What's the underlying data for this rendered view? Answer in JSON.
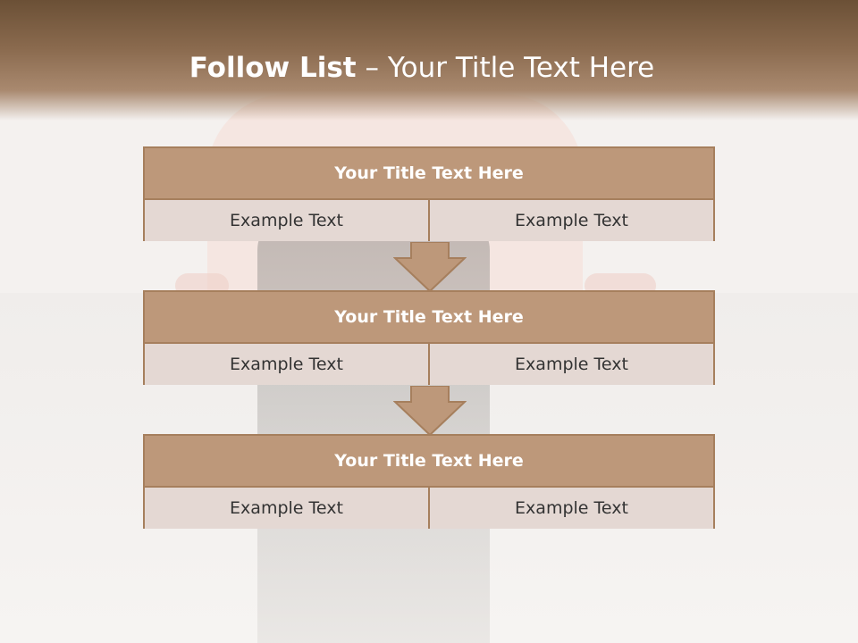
{
  "slide": {
    "title_bold": "Follow List",
    "title_rest": " – Your Title Text Here"
  },
  "steps": [
    {
      "title": "Your Title Text Here",
      "left": "Example Text",
      "right": "Example Text"
    },
    {
      "title": "Your Title Text Here",
      "left": "Example Text",
      "right": "Example Text"
    },
    {
      "title": "Your Title Text Here",
      "left": "Example Text",
      "right": "Example Text"
    }
  ],
  "colors": {
    "header": "#7c5d42",
    "box_title_fill": "#bd987a",
    "box_border": "#a67f5d",
    "box_cell_fill": "#e4d8d3"
  }
}
